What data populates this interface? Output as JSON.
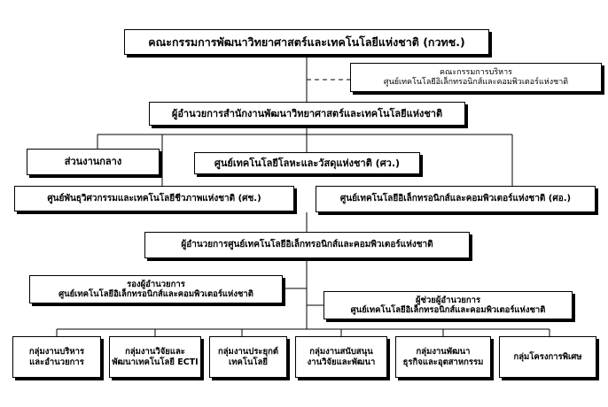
{
  "chart": {
    "top": "คณะกรรมการพัฒนาวิทยาศาสตร์และเทคโนโลยีแห่งชาติ (กวทช.)",
    "board": {
      "line1": "คณะกรรมการบริหาร",
      "line2": "ศูนย์เทคโนโลยีอิเล็กทรอนิกส์และคอมพิวเตอร์แห่งชาติ"
    },
    "director": "ผู้อำนวยการสำนักงานพัฒนาวิทยาศาสตร์และเทคโนโลยีแห่งชาติ",
    "central": "ส่วนงานกลาง",
    "mtec": "ศูนย์เทคโนโลยีโลหะและวัสดุแห่งชาติ (ศว.)",
    "biotec": "ศูนย์พันธุวิศวกรรมและเทคโนโลยีชีวภาพแห่งชาติ (ศช.)",
    "nectec": "ศูนย์เทคโนโลยีอิเล็กทรอนิกส์และคอมพิวเตอร์แห่งชาติ (ศอ.)",
    "nectec_director": "ผู้อำนวยการศูนย์เทคโนโลยีอิเล็กทรอนิกส์และคอมพิวเตอร์แห่งชาติ",
    "deputy": {
      "line1": "รองผู้อำนวยการ",
      "line2": "ศูนย์เทคโนโลยีอิเล็กทรอนิกส์และคอมพิวเตอร์แห่งชาติ"
    },
    "assistant": {
      "line1": "ผู้ช่วยผู้อำนวยการ",
      "line2": "ศูนย์เทคโนโลยีอิเล็กทรอนิกส์และคอมพิวเตอร์แห่งชาติ"
    },
    "groups": [
      {
        "line1": "กลุ่มงานบริหาร",
        "line2": "และอำนวยการ"
      },
      {
        "line1": "กลุ่มงานวิจัยและ",
        "line2": "พัฒนาเทคโนโลยี ECTI"
      },
      {
        "line1": "กลุ่มงานประยุกต์",
        "line2": "เทคโนโลยี"
      },
      {
        "line1": "กลุ่มงานสนับสนุน",
        "line2": "งานวิจัยและพัฒนา"
      },
      {
        "line1": "กลุ่มงานพัฒนา",
        "line2": "ธุรกิจและอุตสาหกรรม"
      },
      {
        "line1": "กลุ่มโครงการพิเศษ",
        "line2": ""
      }
    ]
  }
}
